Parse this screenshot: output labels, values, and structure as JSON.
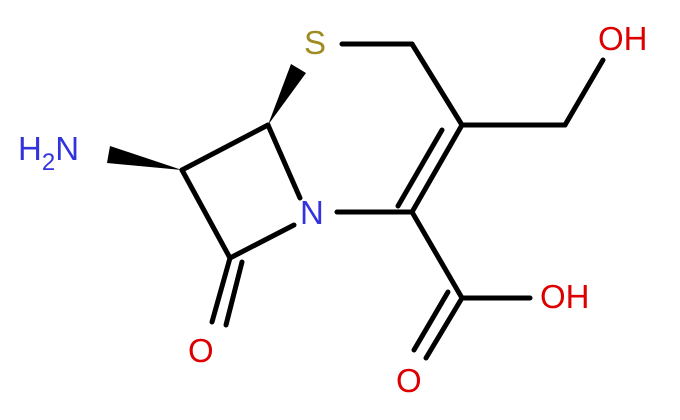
{
  "colors": {
    "bond": "#000000",
    "nitrogen": "#3333dd",
    "oxygen": "#dd0000",
    "sulfur": "#a08a22",
    "background": "#ffffff"
  },
  "atoms": {
    "amine": "H2N",
    "amine_sub": "2",
    "amine_h": "H",
    "amine_n": "N",
    "ring_nitrogen": "N",
    "sulfur": "S",
    "hydroxyl": "OH",
    "carbonyl_oxygen": "O",
    "acid_hydroxyl": "OH",
    "acid_carbonyl_oxygen": "O"
  }
}
